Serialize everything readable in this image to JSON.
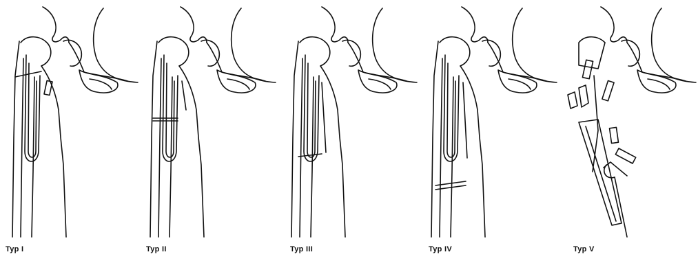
{
  "figure": {
    "panels": [
      {
        "key": "typ-1",
        "label": "Typ I"
      },
      {
        "key": "typ-2",
        "label": "Typ II"
      },
      {
        "key": "typ-3",
        "label": "Typ III"
      },
      {
        "key": "typ-4",
        "label": "Typ IV"
      },
      {
        "key": "typ-5",
        "label": "Typ V"
      }
    ]
  }
}
